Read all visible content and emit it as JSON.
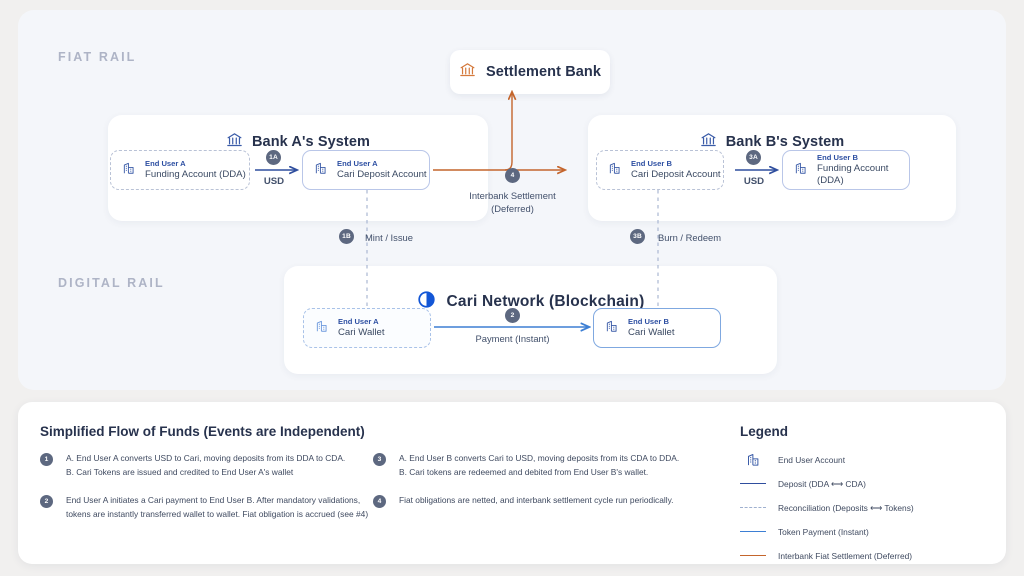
{
  "rails": {
    "fiat_label": "FIAT RAIL",
    "digital_label": "DIGITAL RAIL"
  },
  "settlement": {
    "title": "Settlement Bank",
    "icon": "bank-icon"
  },
  "bank_a": {
    "title": "Bank A's System",
    "icon": "bank-icon",
    "funding_account": {
      "owner": "End User A",
      "name": "Funding Account (DDA)",
      "icon": "building-icon"
    },
    "deposit_account": {
      "owner": "End User A",
      "name": "Cari Deposit Account",
      "icon": "building-icon"
    },
    "transfer_badge": "1A",
    "transfer_label": "USD"
  },
  "bank_b": {
    "title": "Bank B's System",
    "icon": "bank-icon",
    "deposit_account": {
      "owner": "End User B",
      "name": "Cari Deposit Account",
      "icon": "building-icon"
    },
    "funding_account": {
      "owner": "End User B",
      "name": "Funding Account (DDA)",
      "icon": "building-icon"
    },
    "transfer_badge": "3A",
    "transfer_label": "USD"
  },
  "interbank": {
    "badge": "4",
    "label_line1": "Interbank Settlement",
    "label_line2": "(Deferred)"
  },
  "reconciliation": {
    "mint_badge": "1B",
    "mint_label": "Mint / Issue",
    "burn_badge": "3B",
    "burn_label": "Burn / Redeem"
  },
  "network": {
    "title": "Cari  Network (Blockchain)",
    "icon": "cari-logo-icon",
    "wallet_a": {
      "owner": "End User A",
      "name": "Cari Wallet",
      "icon": "building-icon"
    },
    "wallet_b": {
      "owner": "End User B",
      "name": "Cari Wallet",
      "icon": "building-icon"
    },
    "payment_badge": "2",
    "payment_label": "Payment (Instant)"
  },
  "info": {
    "title": "Simplified Flow of Funds (Events are Independent)",
    "steps_left": [
      {
        "num": "1",
        "line1": "A. End User A converts USD to Cari, moving deposits from its DDA to CDA.",
        "line2": "B. Cari Tokens are issued and credited to End User A's wallet"
      },
      {
        "num": "2",
        "line1": "End User A initiates a Cari payment to End User B. After mandatory validations, tokens are instantly transferred wallet to wallet. Fiat obligation is accrued (see #4)",
        "line2": ""
      }
    ],
    "steps_right": [
      {
        "num": "3",
        "line1": "A. End User B converts Cari to USD, moving deposits from its CDA to DDA.",
        "line2": "B. Cari tokens are redeemed and debited from End User B's wallet."
      },
      {
        "num": "4",
        "line1": "Fiat obligations are netted, and interbank settlement cycle run periodically.",
        "line2": ""
      }
    ]
  },
  "legend": {
    "title": "Legend",
    "items": [
      {
        "key": "building-icon",
        "label": "End User Account"
      },
      {
        "key": "line-deposit",
        "label": "Deposit (DDA ⟷ CDA)"
      },
      {
        "key": "line-recon",
        "label": "Reconciliation (Deposits ⟷ Tokens)"
      },
      {
        "key": "line-token",
        "label": "Token Payment (Instant)"
      },
      {
        "key": "line-fiat",
        "label": "Interbank Fiat Settlement (Deferred)"
      }
    ]
  },
  "colors": {
    "accent_blue": "#2f4e9e",
    "token_blue": "#3d7fd4",
    "fiat_orange": "#c4652c",
    "badge_gray": "#5d6880",
    "panel_bg": "#f4f6fa"
  }
}
